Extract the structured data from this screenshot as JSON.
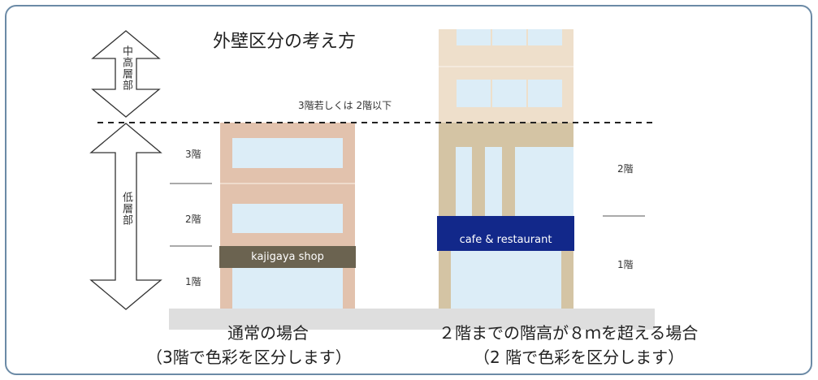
{
  "title": "外壁区分の考え方",
  "left_arrow": {
    "upper_label": "中高層部",
    "lower_label": "低層部"
  },
  "dashed_line_label": "3階若しくは 2階以下",
  "normal_building": {
    "floor_labels": [
      "3階",
      "2階",
      "1階"
    ],
    "sign_text": "kajigaya shop",
    "caption_line1": "通常の場合",
    "caption_line2": "（3階で色彩を区分します）"
  },
  "tall_building": {
    "floor_labels": [
      "2階",
      "1階"
    ],
    "sign_text": "cafe & restaurant",
    "caption_line1": "２階までの階高が８ｍを超える場合",
    "caption_line2": "（2 階で色彩を区分します）"
  },
  "colors": {
    "frame": "#6b8aa6",
    "normal_building": "#e2c2ad",
    "window": "#dcedf7",
    "shop_sign": "#6b6350",
    "tall_lower": "#d4c4a4",
    "tall_upper": "#eedfcb",
    "cafe_sign": "#12288a",
    "ground": "#dedede"
  }
}
